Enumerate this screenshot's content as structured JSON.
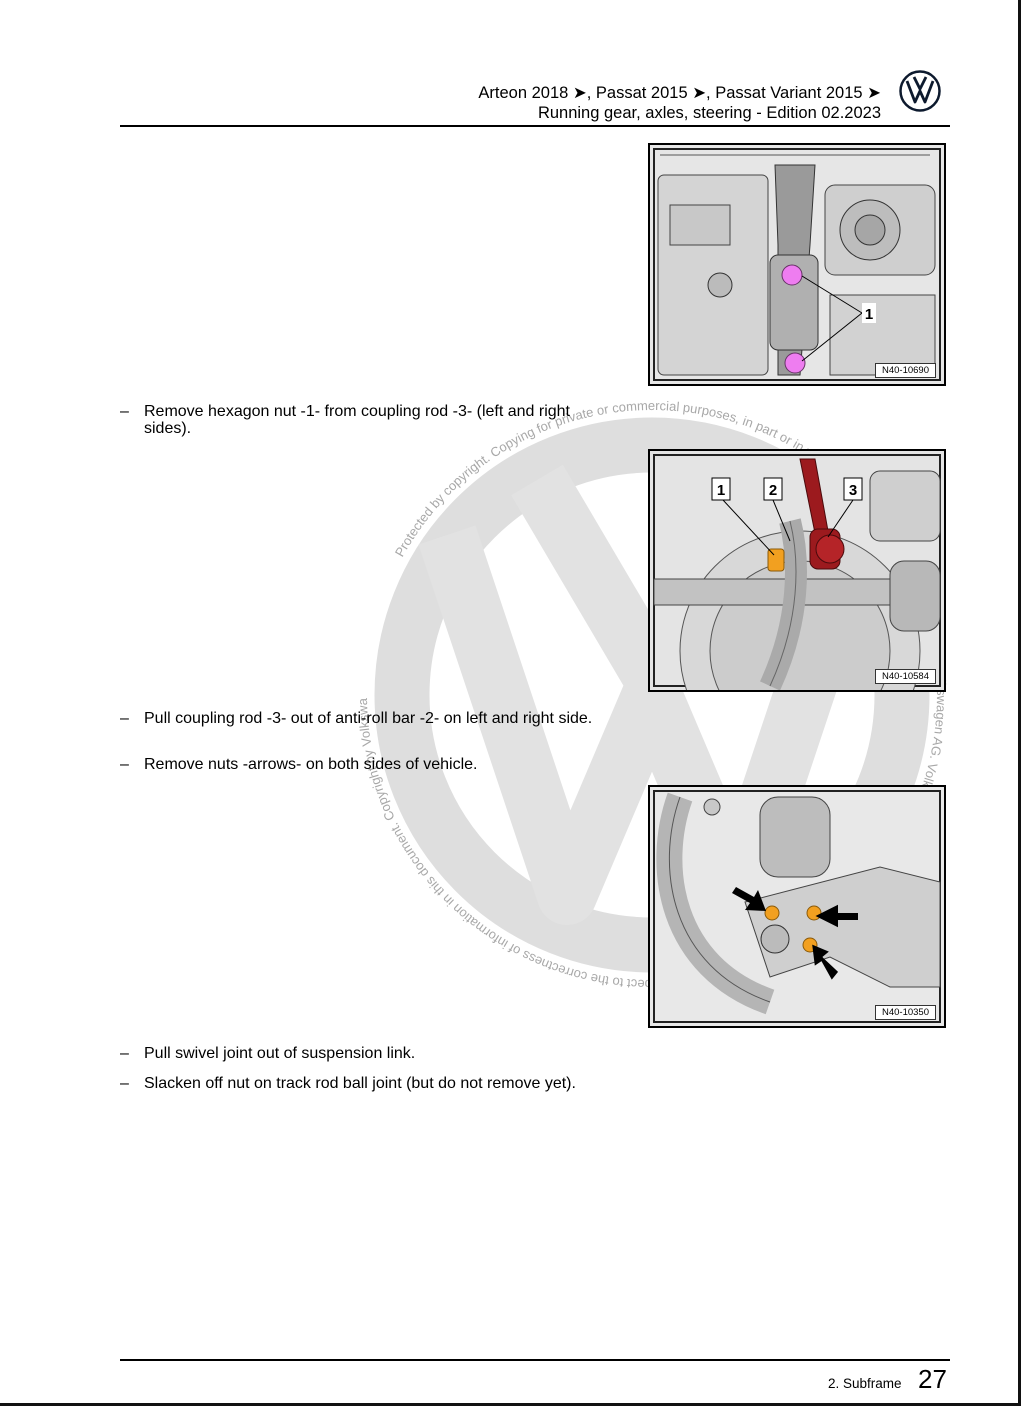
{
  "header": {
    "models_line": "Arteon 2018 ➤, Passat 2015 ➤, Passat Variant 2015 ➤",
    "subtitle_line": "Running gear, axles, steering - Edition 02.2023",
    "logo_icon": "vw-logo-icon"
  },
  "watermark": {
    "text": "Protected by copyright. Copying for private or commercial purposes, in part or in whole, is not permitted unless authorised by Volkswagen AG. Volkswagen AG does not guarantee or accept any liability with respect to the correctness of information in this document. Copyright by Volkswagen AG."
  },
  "steps": [
    {
      "dash": "–",
      "text": "Remove hexagon nut -1- from coupling rod -3- (left and right sides)."
    },
    {
      "dash": "–",
      "text": "Pull coupling rod -3- out of anti-roll bar -2- on left and right side."
    },
    {
      "dash": "–",
      "text": "Remove nuts -arrows- on both sides of vehicle."
    },
    {
      "dash": "–",
      "text": "Pull swivel joint out of suspension link."
    },
    {
      "dash": "–",
      "text": "Slacken off nut on track rod ball joint (but do not remove yet)."
    }
  ],
  "figures": [
    {
      "code": "N40-10690",
      "labels": [
        "1"
      ]
    },
    {
      "code": "N40-10584",
      "labels": [
        "1",
        "2",
        "3"
      ]
    },
    {
      "code": "N40-10350",
      "labels": []
    }
  ],
  "footer": {
    "section": "2. Subframe",
    "page_number": "27"
  },
  "colors": {
    "highlight_magenta": "#ee7df0",
    "highlight_orange": "#f2a020",
    "highlight_red": "#9c1a1e",
    "watermark_gray": "#d9d9d9"
  }
}
